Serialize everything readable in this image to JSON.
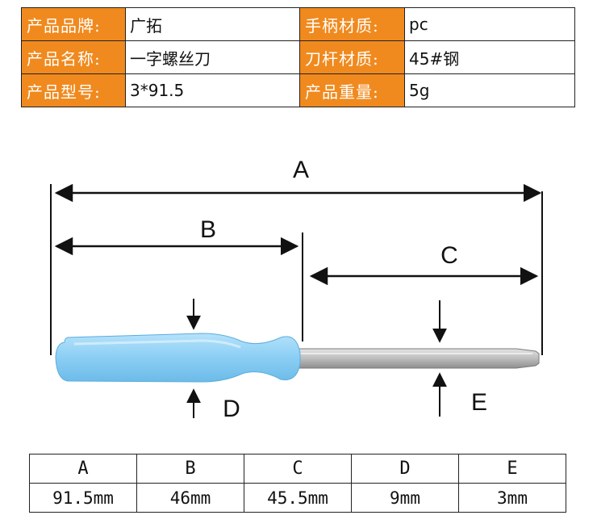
{
  "specs": [
    {
      "label": "产品品牌:",
      "value": "广拓",
      "label2": "手柄材质:",
      "value2": "pc"
    },
    {
      "label": "产品名称:",
      "value": "一字螺丝刀",
      "label2": "刀杆材质:",
      "value2": "45#钢"
    },
    {
      "label": "产品型号:",
      "value": "3*91.5",
      "label2": "产品重量:",
      "value2": "5g"
    }
  ],
  "diagram": {
    "labels": {
      "a": "A",
      "b": "B",
      "c": "C",
      "d": "D",
      "e": "E"
    }
  },
  "dimensions": {
    "headers": [
      "A",
      "B",
      "C",
      "D",
      "E"
    ],
    "values": [
      "91.5mm",
      "46mm",
      "45.5mm",
      "9mm",
      "3mm"
    ]
  },
  "colors": {
    "label_bg": "#f08a1e",
    "handle": "#8fd0f5",
    "shaft": "#c8c8c8"
  }
}
